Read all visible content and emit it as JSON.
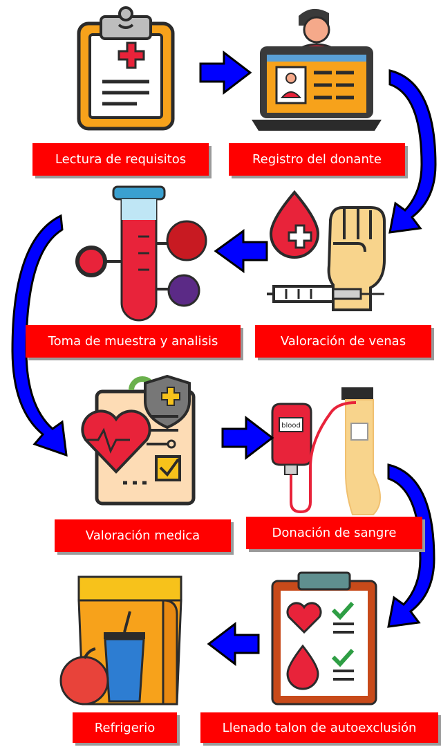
{
  "steps": [
    {
      "label": "Lectura de requisitos",
      "icon": "clipboard-icon"
    },
    {
      "label": "Registro del donante",
      "icon": "laptop-profile-icon"
    },
    {
      "label": "Valoración de venas",
      "icon": "fist-syringe-icon"
    },
    {
      "label": "Toma de muestra y analisis",
      "icon": "test-tube-icon"
    },
    {
      "label": "Valoración medica",
      "icon": "medical-report-icon"
    },
    {
      "label": "Donación de sangre",
      "icon": "blood-bag-arm-icon"
    },
    {
      "label": "Llenado talon de autoexclusión",
      "icon": "checklist-icon"
    },
    {
      "label": "Refrigerio",
      "icon": "snack-bag-icon"
    }
  ],
  "blood_bag_text": "blood",
  "colors": {
    "label_bg": "#ff0000",
    "label_text": "#ffffff",
    "arrow_fill": "#0000ff",
    "arrow_outline": "#000000"
  }
}
